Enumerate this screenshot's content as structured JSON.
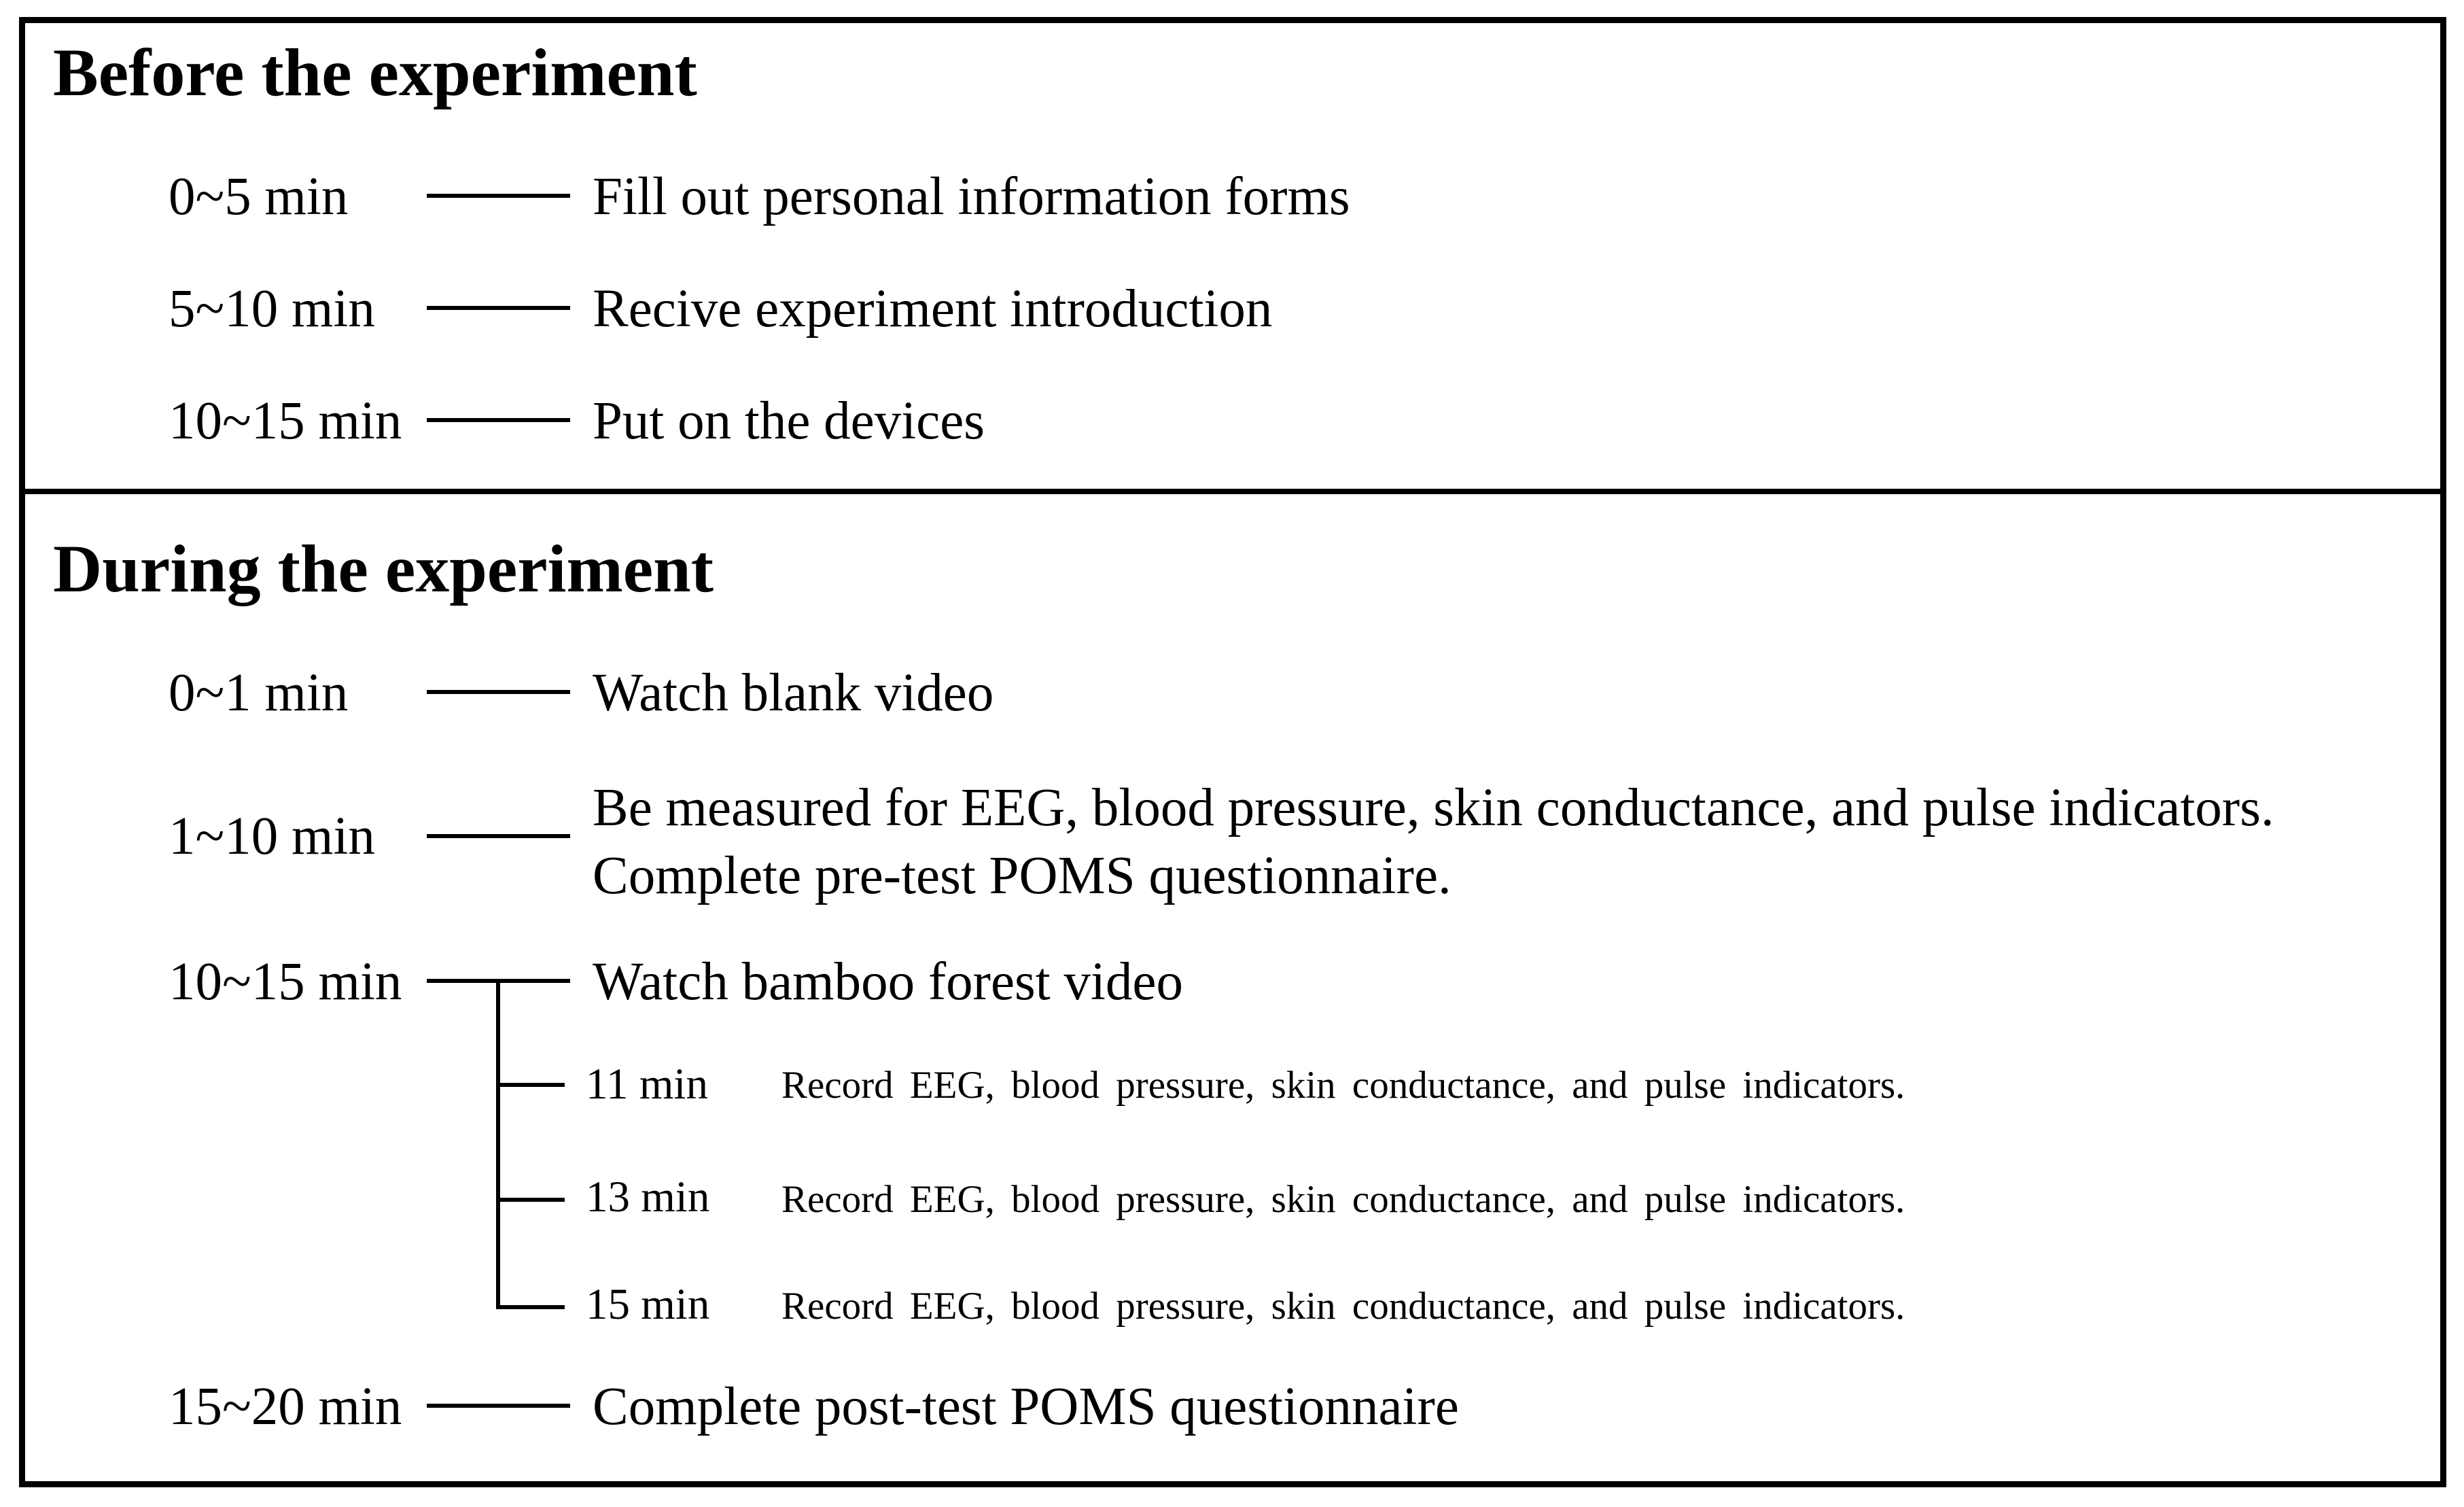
{
  "sections": [
    {
      "title": "Before the experiment",
      "rows": [
        {
          "time": "0~5 min",
          "activity": "Fill out personal information forms"
        },
        {
          "time": "5~10 min",
          "activity": "Recive experiment introduction"
        },
        {
          "time": "10~15 min",
          "activity": "Put on the devices"
        }
      ]
    },
    {
      "title": "During the experiment",
      "rows": [
        {
          "time": "0~1 min",
          "activity": "Watch blank video"
        },
        {
          "time": "1~10 min",
          "activity_line1": "Be measured for EEG, blood pressure, skin conductance, and pulse indicators.",
          "activity_line2": "Complete pre-test POMS questionnaire."
        },
        {
          "time": "10~15 min",
          "activity": "Watch bamboo forest video",
          "substeps": [
            {
              "time": "11 min",
              "activity": "Record EEG, blood pressure, skin conductance, and pulse indicators."
            },
            {
              "time": "13 min",
              "activity": "Record EEG, blood pressure, skin conductance, and pulse indicators."
            },
            {
              "time": "15 min",
              "activity": "Record EEG, blood pressure, skin conductance, and pulse indicators."
            }
          ]
        },
        {
          "time": "15~20 min",
          "activity": "Complete post-test POMS questionnaire"
        }
      ]
    }
  ]
}
